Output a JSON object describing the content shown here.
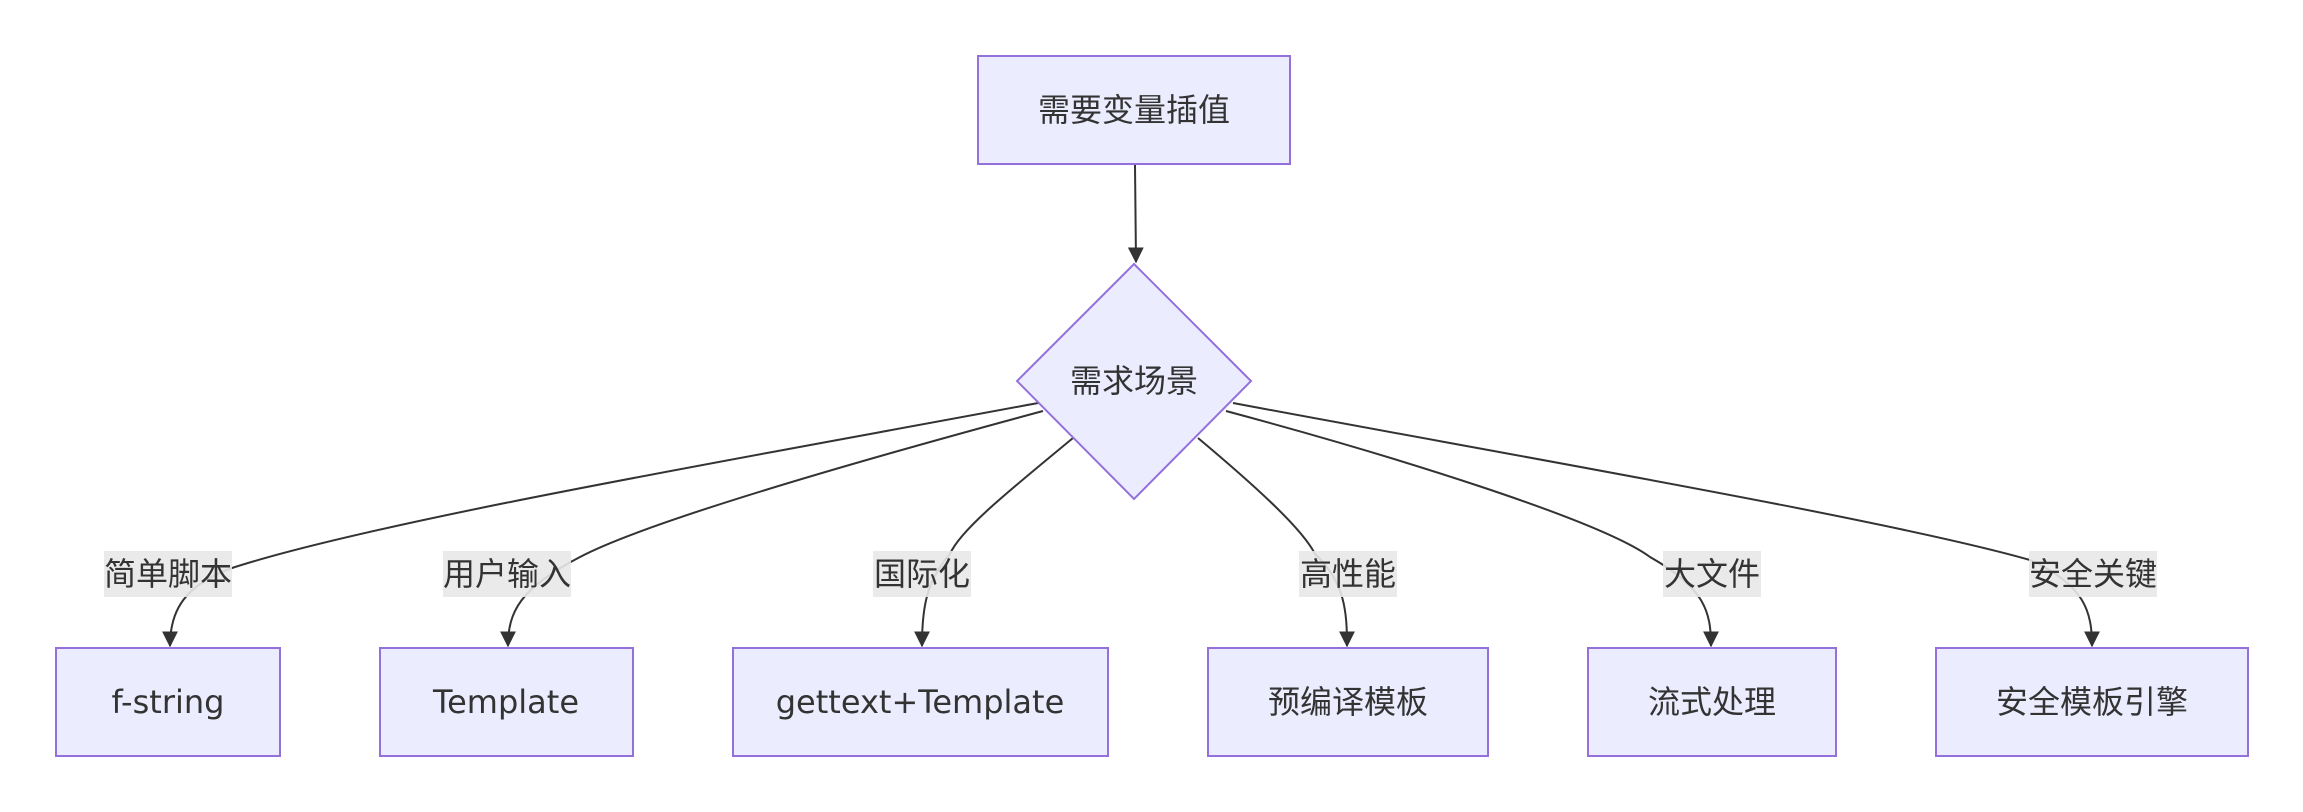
{
  "nodes": {
    "start": "需要变量插值",
    "decision": "需求场景",
    "fstring": "f-string",
    "template": "Template",
    "gettext": "gettext+Template",
    "precompiled": "预编译模板",
    "streaming": "流式处理",
    "secure": "安全模板引擎"
  },
  "edges": {
    "simple_script": "简单脚本",
    "user_input": "用户输入",
    "i18n": "国际化",
    "performance": "高性能",
    "large_file": "大文件",
    "security": "安全关键"
  },
  "colors": {
    "node_fill": "#ECECFF",
    "node_stroke": "#9370DB",
    "edge": "#333333",
    "label_bg": "#e8e8e8"
  }
}
